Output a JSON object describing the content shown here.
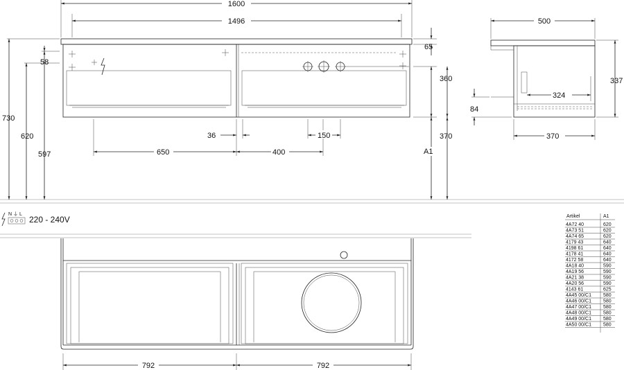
{
  "front_view": {
    "dim_total_width": "1600",
    "dim_inner_width": "1496",
    "dim_top_thickness": "65",
    "dim_body_height": "360",
    "dim_floor_to_body": "370",
    "dim_a1": "A1",
    "dim_floor_to_top": "730",
    "dim_floor_620": "620",
    "dim_floor_597": "597",
    "dim_58": "58",
    "dim_36": "36",
    "dim_150": "150",
    "dim_650": "650",
    "dim_400": "400"
  },
  "side_view": {
    "dim_depth": "500",
    "dim_height": "337",
    "dim_324": "324",
    "dim_84": "84",
    "dim_370": "370"
  },
  "electrical": {
    "terminal_labels": "N ⏚ L",
    "voltage": "220 - 240V"
  },
  "top_view": {
    "dim_left": "792",
    "dim_right": "792"
  },
  "article_table": {
    "header_article": "Artikel",
    "header_a1": "A1",
    "rows": [
      {
        "article": "4A72 40",
        "a1": "620"
      },
      {
        "article": "4A73 51",
        "a1": "620"
      },
      {
        "article": "4A74 65",
        "a1": "620"
      },
      {
        "article": "4179 43",
        "a1": "640"
      },
      {
        "article": "4198 61",
        "a1": "640"
      },
      {
        "article": "4178 41",
        "a1": "640"
      },
      {
        "article": "4172 58",
        "a1": "640"
      },
      {
        "article": "4A18 40",
        "a1": "590"
      },
      {
        "article": "4A19 56",
        "a1": "590"
      },
      {
        "article": "4A21 38",
        "a1": "590"
      },
      {
        "article": "4A20 56",
        "a1": "590"
      },
      {
        "article": "4143 61",
        "a1": "625"
      },
      {
        "article": "4A45 00/C1",
        "a1": "580"
      },
      {
        "article": "4A46 00/C1",
        "a1": "580"
      },
      {
        "article": "4A47 00/C1",
        "a1": "580"
      },
      {
        "article": "4A48 00/C1",
        "a1": "580"
      },
      {
        "article": "4A49 00/C1",
        "a1": "580"
      },
      {
        "article": "4A50 00/C1",
        "a1": "580"
      }
    ]
  }
}
